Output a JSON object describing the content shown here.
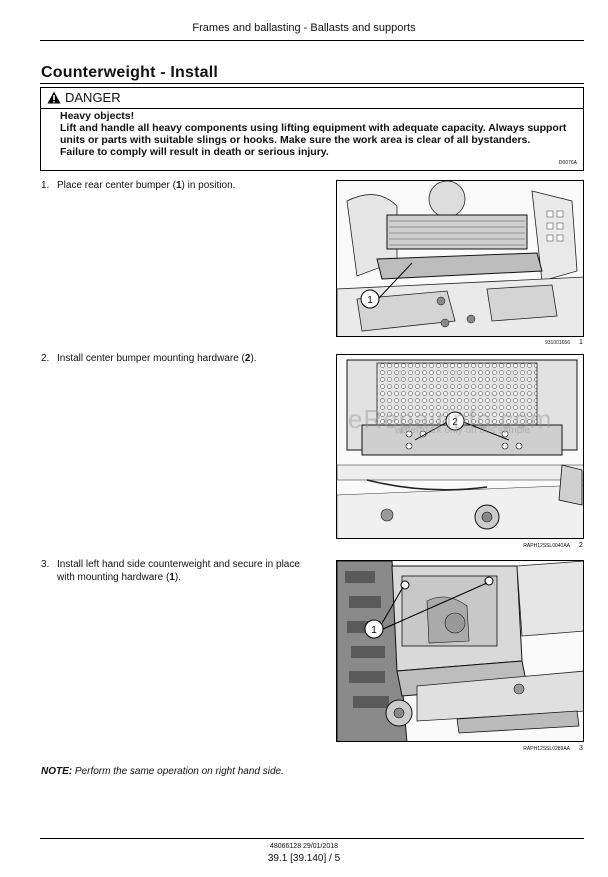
{
  "header": {
    "running_head": "Frames and ballasting - Ballasts and supports"
  },
  "section": {
    "title": "Counterweight - Install"
  },
  "danger": {
    "label": "DANGER",
    "lines": [
      "Heavy objects!",
      "Lift and handle all heavy components using lifting equipment with adequate capacity. Always support",
      "units or parts with suitable slings or hooks. Make sure the work area is clear of all bystanders.",
      "Failure to comply will result in death or serious injury."
    ],
    "code": "D0076A"
  },
  "steps": [
    {
      "number": "1.",
      "pre": "Place rear center bumper (",
      "ref": "1",
      "post": ") in position.",
      "line2": ""
    },
    {
      "number": "2.",
      "pre": "Install center bumper mounting hardware (",
      "ref": "2",
      "post": ").",
      "line2": ""
    },
    {
      "number": "3.",
      "pre": "Install left hand side counterweight and secure in place",
      "ref": "",
      "post": "",
      "line2_pre": "with mounting hardware (",
      "line2_ref": "1",
      "line2_post": ")."
    }
  ],
  "figures": [
    {
      "code": "931001656",
      "number": "1",
      "callout": "1"
    },
    {
      "code": "RAPH12SSL0040AA",
      "number": "2",
      "callout": "2"
    },
    {
      "code": "RAPH12SSL0289AA",
      "number": "3",
      "callout": "1"
    }
  ],
  "note": {
    "label": "NOTE:",
    "text": " Perform the same operation on right hand side."
  },
  "watermark": {
    "text": "eRepairinfo.com",
    "subtext": "watermark only on this sample"
  },
  "footer": {
    "doc": "48066128 29/01/2018",
    "page": "39.1 [39.140] / 5"
  }
}
